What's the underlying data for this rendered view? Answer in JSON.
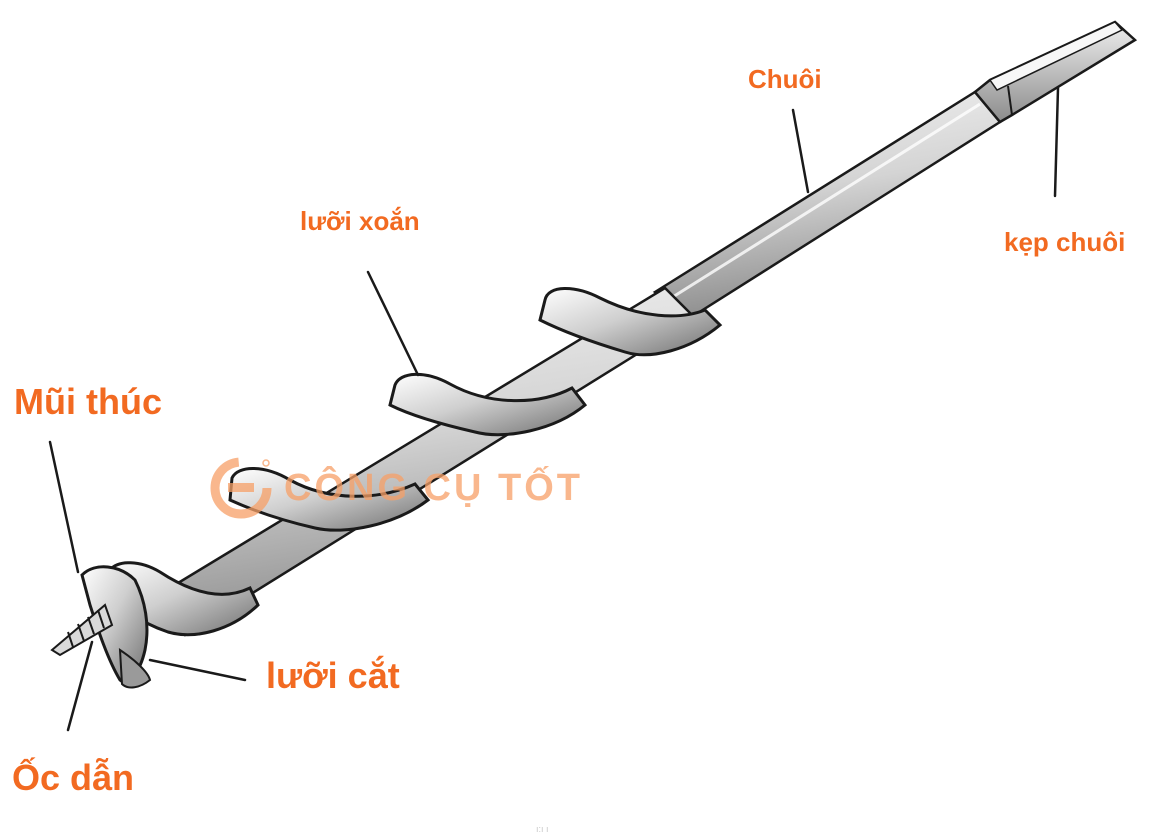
{
  "labels": {
    "chuoi": "Chuôi",
    "kep_chuoi": "kẹp chuôi",
    "luoi_xoan": "lưỡi xoắn",
    "mui_thuc": "Mũi thúc",
    "luoi_cat": "lưỡi cắt",
    "oc_dan": "Ốc dẫn"
  },
  "watermark": {
    "text": "CÔNG CỤ TỐT",
    "logo_icon": "gear-logo-icon"
  },
  "footer": "ı:ı ı",
  "colors": {
    "label": "#f26a21",
    "watermark": "#f7a067",
    "ink": "#1a1a1a",
    "metal_light": "#f4f4f4",
    "metal_mid": "#bdbdbd",
    "metal_dark": "#7a7a7a"
  }
}
